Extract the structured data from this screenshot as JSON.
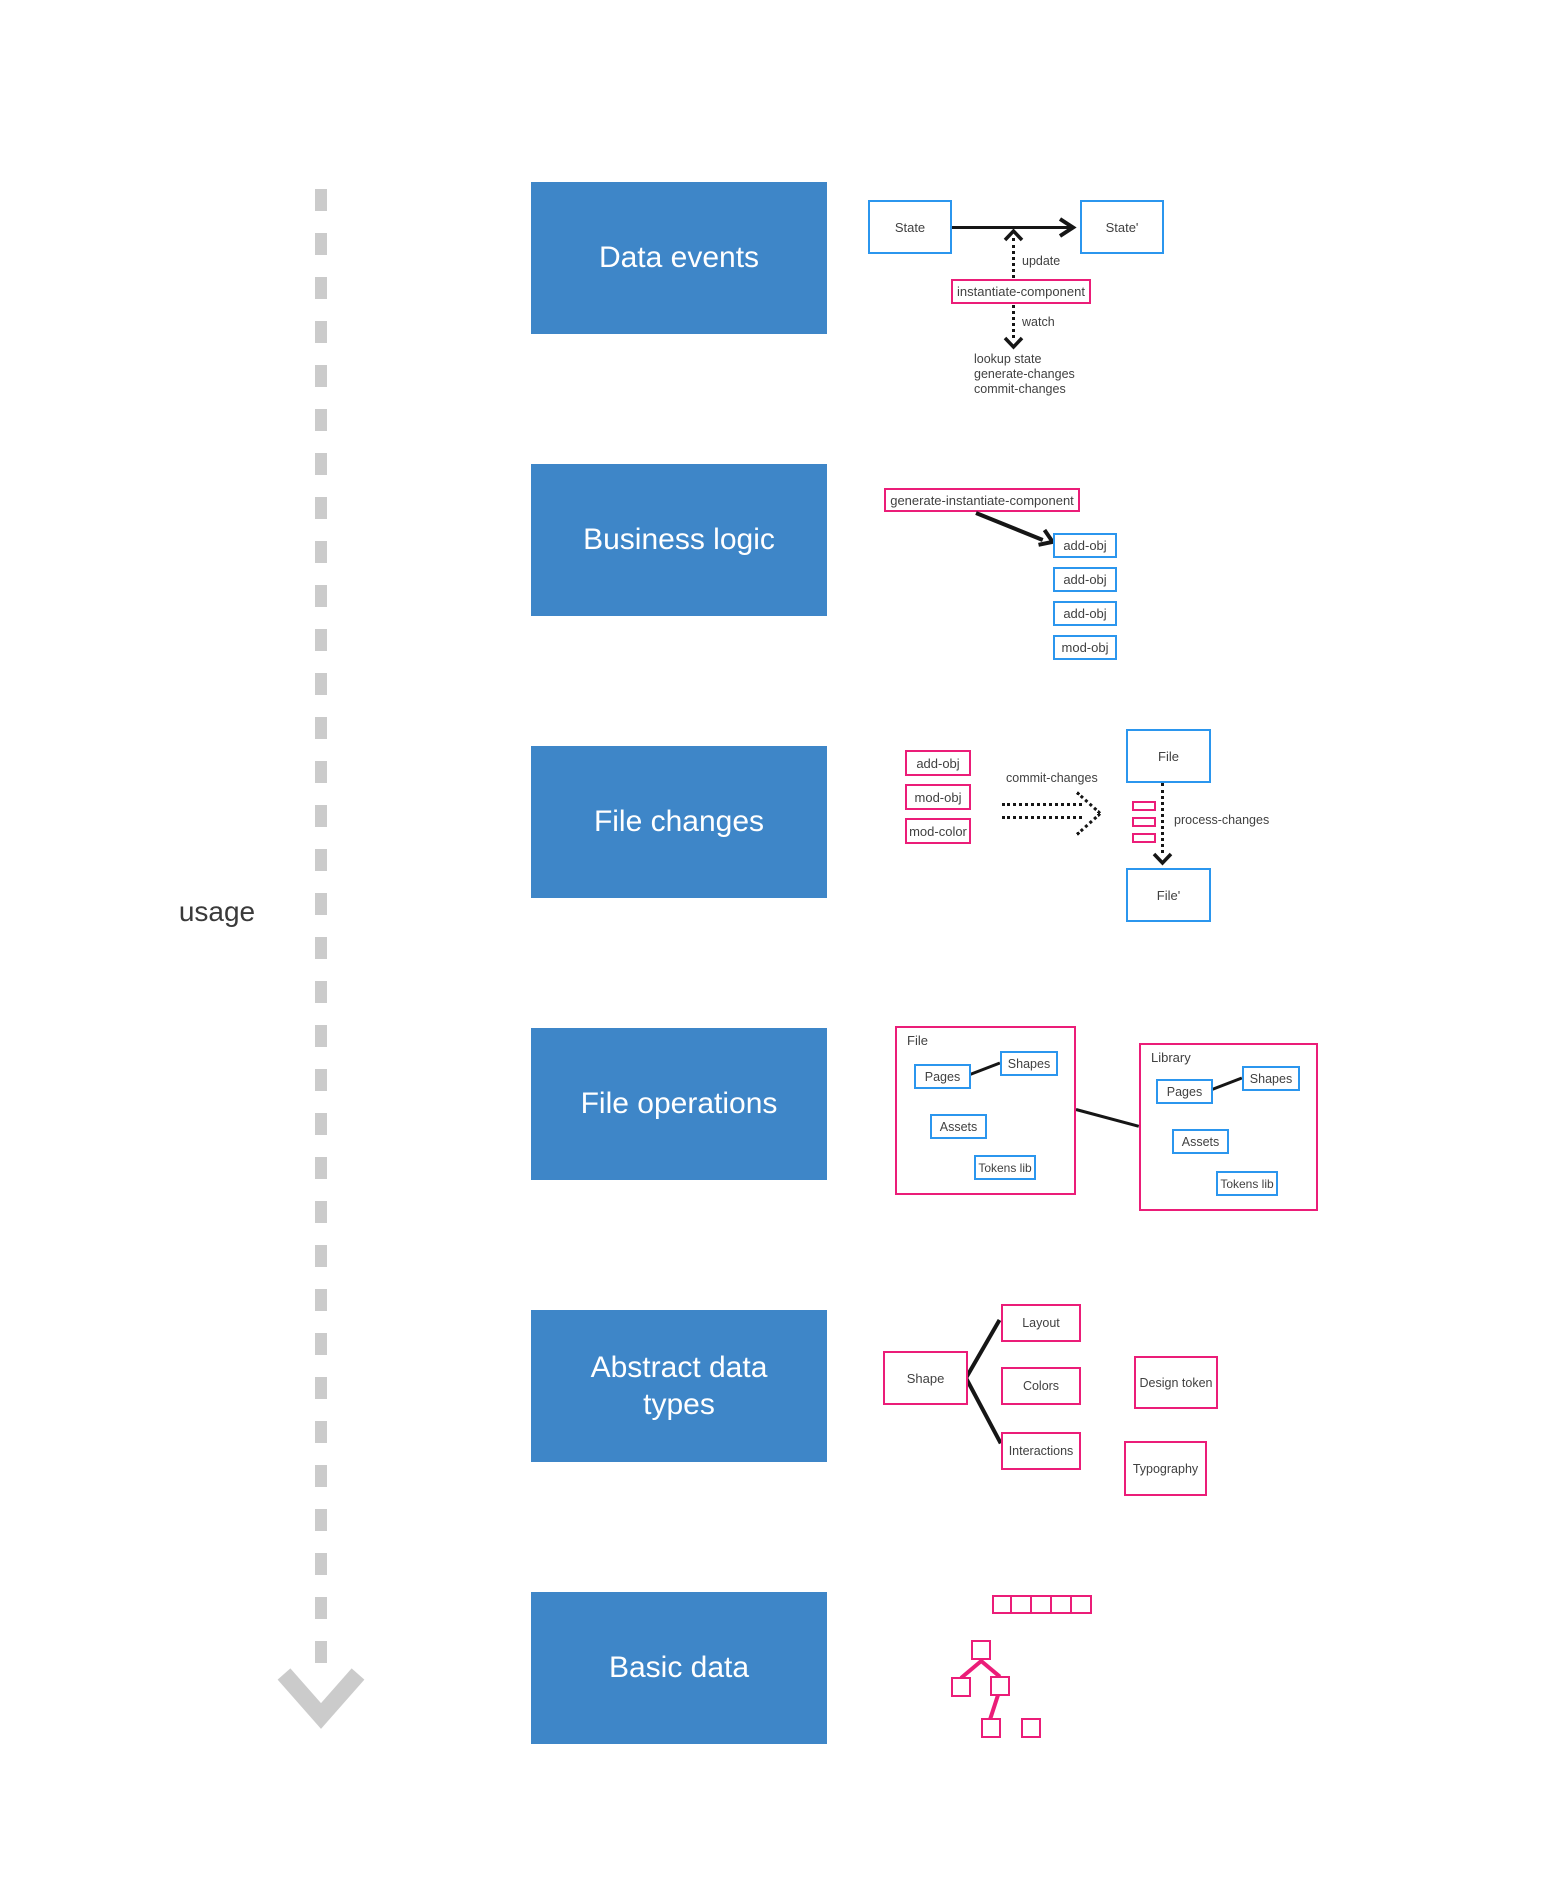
{
  "usage": {
    "label": "usage"
  },
  "sections": {
    "data_events": {
      "label": "Data events"
    },
    "business_logic": {
      "label": "Business logic"
    },
    "file_changes": {
      "label": "File changes"
    },
    "file_operations": {
      "label": "File operations"
    },
    "abstract_data_types": {
      "label": "Abstract data types"
    },
    "basic_data": {
      "label": "Basic data"
    }
  },
  "data_events": {
    "state": "State",
    "state_prime": "State'",
    "update": "update",
    "instantiate_component": "instantiate-component",
    "watch": "watch",
    "step_1": "lookup state",
    "step_2": "generate-changes",
    "step_3": "commit-changes"
  },
  "business_logic": {
    "generator": "generate-instantiate-component",
    "op_1": "add-obj",
    "op_2": "add-obj",
    "op_3": "add-obj",
    "op_4": "mod-obj"
  },
  "file_changes": {
    "change_1": "add-obj",
    "change_2": "mod-obj",
    "change_3": "mod-color",
    "commit_label": "commit-changes",
    "file": "File",
    "process_label": "process-changes",
    "file_prime": "File'"
  },
  "file_operations": {
    "file": {
      "title": "File",
      "pages": "Pages",
      "shapes": "Shapes",
      "assets": "Assets",
      "tokens": "Tokens lib"
    },
    "library": {
      "title": "Library",
      "pages": "Pages",
      "shapes": "Shapes",
      "assets": "Assets",
      "tokens": "Tokens lib"
    }
  },
  "abstract_data_types": {
    "shape": "Shape",
    "layout": "Layout",
    "colors": "Colors",
    "interactions": "Interactions",
    "design_token": "Design token",
    "typography": "Typography"
  },
  "colors": {
    "section_blue": "#3e86c8",
    "node_blue_border": "#2b96ee",
    "node_pink_border": "#eb1d78",
    "line_black": "#161616",
    "usage_gray": "#cbcbcb",
    "text": "#414141"
  }
}
